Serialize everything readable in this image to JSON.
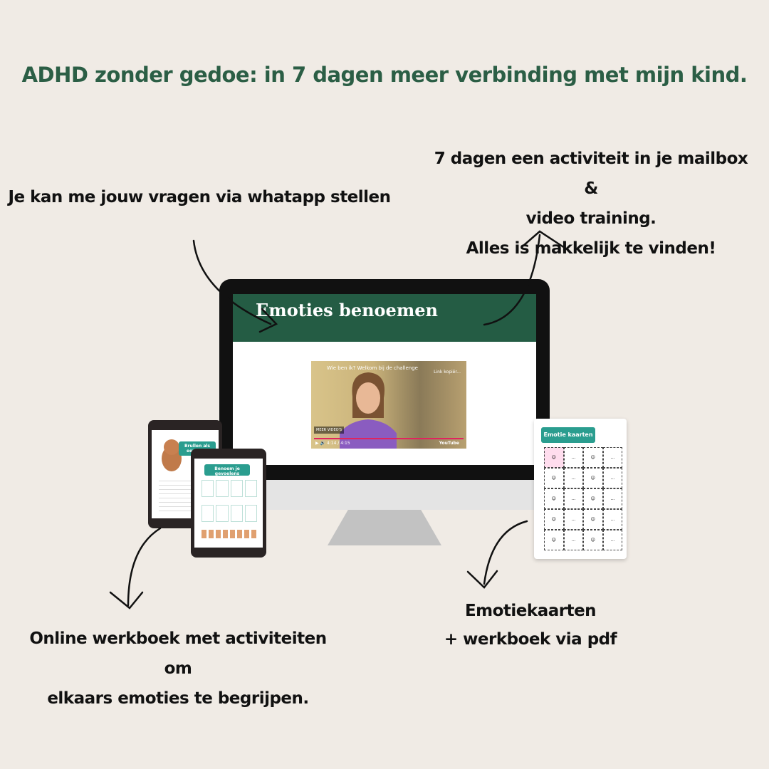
{
  "title": "ADHD zonder gedoe: in 7 dagen meer verbinding met mijn kind.",
  "callouts": {
    "whatsapp": "Je kan me jouw vragen via whatapp stellen",
    "mailbox": [
      "7 dagen een activiteit in je mailbox &",
      "video training.",
      "Alles is makkelijk te vinden!"
    ],
    "workbook": [
      "Online werkboek met activiteiten om",
      "elkaars emoties te begrijpen."
    ],
    "cards": [
      "Emotiekaarten",
      "+ werkboek via pdf"
    ]
  },
  "screen": {
    "heading": "Emoties benoemen",
    "video": {
      "title": "Wie ben ik? Welkom bij de challenge",
      "share": "Link kopiër...",
      "more": "MEER VIDEO'S",
      "time": "4:14 / 4:15",
      "brand": "YouTube",
      "progress": 0.99
    }
  },
  "tablets": [
    {
      "badge": "Brullen als een beer"
    },
    {
      "badge": "Benoem je gevoelens"
    }
  ],
  "card": {
    "title": "Emotie kaarten",
    "blank": "..."
  },
  "colors": {
    "brand_green": "#2b5e45",
    "teal": "#2a9d8f",
    "background": "#f0ebe5"
  }
}
